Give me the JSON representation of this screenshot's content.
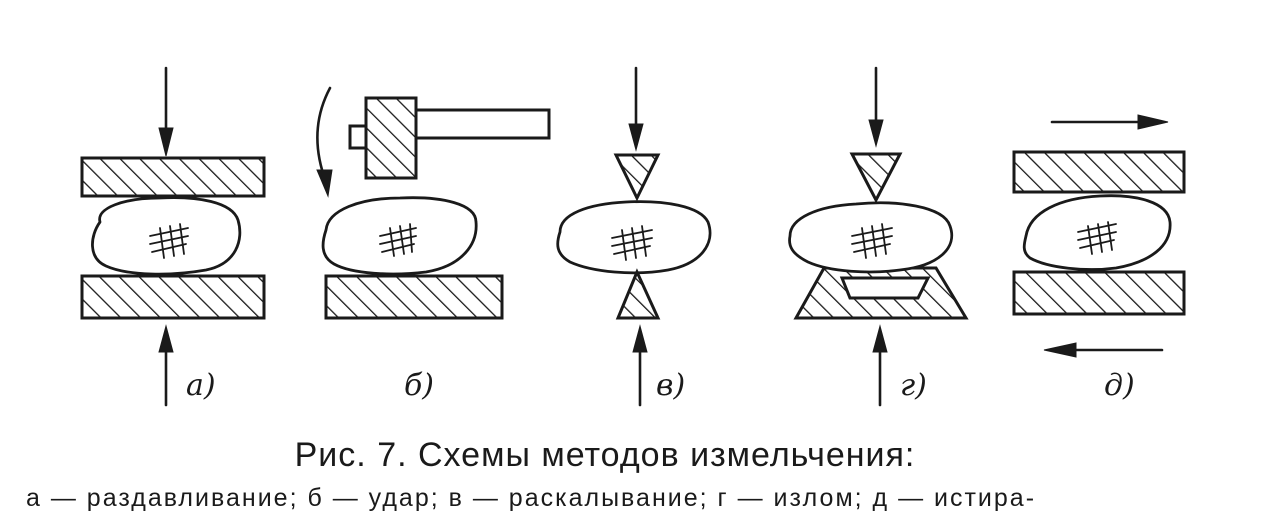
{
  "figure": {
    "panel_labels": [
      "а)",
      "б)",
      "в)",
      "г)",
      "д)"
    ]
  },
  "caption": {
    "title": "Рис. 7. Схемы методов измельчения:",
    "legend": "а — раздавливание; б — удар; в — раскалывание; г — излом; д — истира-"
  }
}
